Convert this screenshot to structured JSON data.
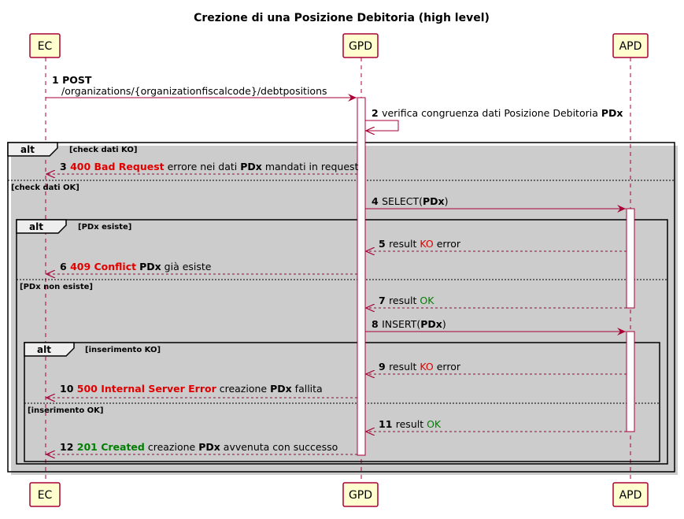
{
  "title": "Crezione di una Posizione Debitoria (high level)",
  "participants": [
    "EC",
    "GPD",
    "APD"
  ],
  "colors": {
    "participant_fill": "#FEFECE",
    "participant_border": "#A80036",
    "arrow": "#A80036",
    "error": "#E00000",
    "success": "#008000",
    "frame_shadow": "#CCCCCC"
  },
  "frames": [
    {
      "label": "alt",
      "guard": "[check dati KO]",
      "else_guard": "[check dati OK]"
    },
    {
      "label": "alt",
      "guard": "[PDx esiste]",
      "else_guard": "[PDx non esiste]"
    },
    {
      "label": "alt",
      "guard": "[inserimento KO]",
      "else_guard": "[inserimento OK]"
    }
  ],
  "messages": [
    {
      "num": "1",
      "parts": [
        [
          "POST",
          "b"
        ]
      ],
      "line2": "/organizations/{organizationfiscalcode}/debtpositions"
    },
    {
      "num": "2",
      "parts": [
        [
          "verifica congruenza dati Posizione Debitoria ",
          ""
        ],
        [
          "PDx",
          "b"
        ]
      ]
    },
    {
      "num": "3",
      "parts": [
        [
          "400 Bad Request",
          "redb"
        ],
        [
          " errore nei dati ",
          ""
        ],
        [
          "PDx",
          "b"
        ],
        [
          " mandati in request",
          ""
        ]
      ]
    },
    {
      "num": "4",
      "parts": [
        [
          "SELECT(",
          ""
        ],
        [
          "PDx",
          "b"
        ],
        [
          ")",
          ""
        ]
      ]
    },
    {
      "num": "5",
      "parts": [
        [
          "result ",
          ""
        ],
        [
          "KO",
          "red"
        ],
        [
          " error",
          ""
        ]
      ]
    },
    {
      "num": "6",
      "parts": [
        [
          "409 Conflict",
          "redb"
        ],
        [
          " ",
          ""
        ],
        [
          "PDx",
          "b"
        ],
        [
          " già esiste",
          ""
        ]
      ]
    },
    {
      "num": "7",
      "parts": [
        [
          "result ",
          ""
        ],
        [
          "OK",
          "green"
        ]
      ]
    },
    {
      "num": "8",
      "parts": [
        [
          "INSERT(",
          ""
        ],
        [
          "PDx",
          "b"
        ],
        [
          ")",
          ""
        ]
      ]
    },
    {
      "num": "9",
      "parts": [
        [
          "result ",
          ""
        ],
        [
          "KO",
          "red"
        ],
        [
          " error",
          ""
        ]
      ]
    },
    {
      "num": "10",
      "parts": [
        [
          "500 Internal Server Error",
          "redb"
        ],
        [
          " creazione ",
          ""
        ],
        [
          "PDx",
          "b"
        ],
        [
          " fallita",
          ""
        ]
      ]
    },
    {
      "num": "11",
      "parts": [
        [
          "result ",
          ""
        ],
        [
          "OK",
          "green"
        ]
      ]
    },
    {
      "num": "12",
      "parts": [
        [
          "201 Created",
          "greenb"
        ],
        [
          " creazione ",
          ""
        ],
        [
          "PDx",
          "b"
        ],
        [
          " avvenuta con successo",
          ""
        ]
      ]
    }
  ]
}
